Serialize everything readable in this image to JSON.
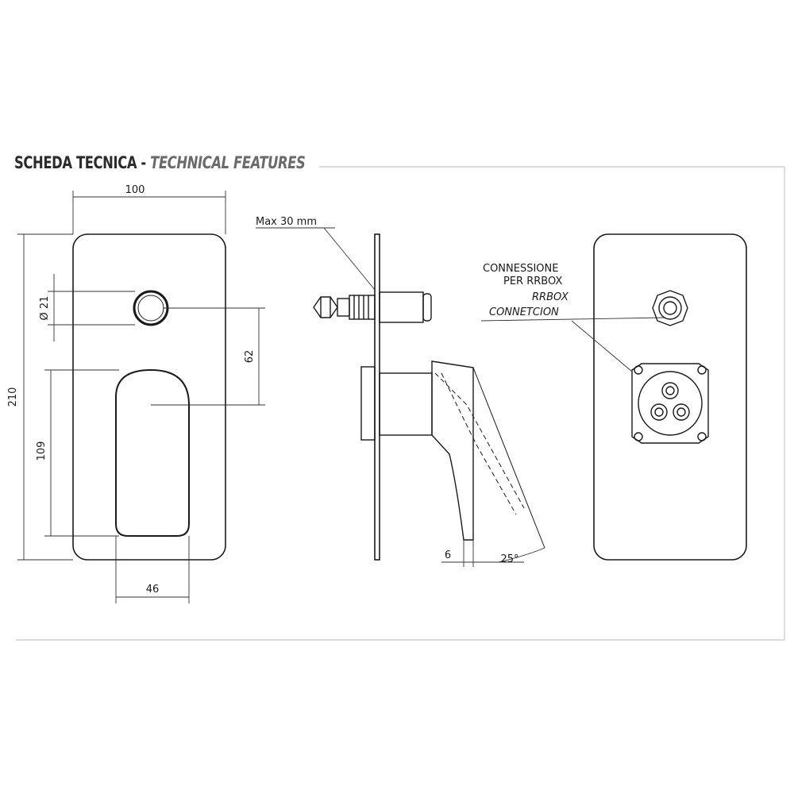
{
  "header": {
    "title_it": "SCHEDA TECNICA",
    "separator": "-",
    "title_en": "TECHNICAL FEATURES"
  },
  "front_view": {
    "width": "100",
    "height": "210",
    "knob_diameter": "Ø 21",
    "knob_to_lever": "62",
    "lever_height": "109",
    "lever_width": "46"
  },
  "side_view": {
    "max_wall": "Max 30 mm",
    "offset": "6",
    "angle": "25°"
  },
  "rear_view": {
    "connection_it_1": "CONNESSIONE",
    "connection_it_2": "PER RRBOX",
    "connection_en_1": "RRBOX",
    "connection_en_2": "CONNETCION"
  },
  "colors": {
    "line": "#1a1a1a",
    "thin_line": "#333333",
    "frame": "#c8c8c8",
    "heading": "#2b2b2b",
    "heading_en": "#6a6a6a"
  }
}
